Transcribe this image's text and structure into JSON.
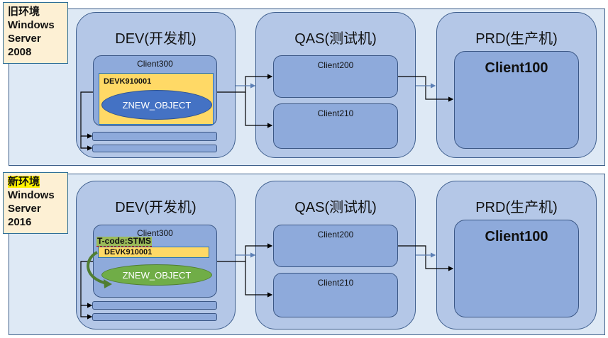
{
  "sections": [
    {
      "env_label": [
        "旧环境",
        "Windows",
        "Server",
        "2008"
      ],
      "highlight_first_line": false,
      "dev": {
        "title": "DEV(开发机)",
        "client": "Client300",
        "request": "DEVK910001",
        "object": "ZNEW_OBJECT",
        "object_color": "#4472c4"
      },
      "qas": {
        "title": "QAS(测试机)",
        "clients": [
          "Client200",
          "Client210"
        ]
      },
      "prd": {
        "title": "PRD(生产机)",
        "client": "Client100"
      }
    },
    {
      "env_label": [
        "新环境",
        "Windows",
        "Server",
        "2016"
      ],
      "highlight_first_line": true,
      "dev": {
        "title": "DEV(开发机)",
        "client": "Client300",
        "tcode": "T-code:STMS",
        "request": "DEVK910001",
        "object": "ZNEW_OBJECT",
        "object_color": "#70ad47"
      },
      "qas": {
        "title": "QAS(测试机)",
        "clients": [
          "Client200",
          "Client210"
        ]
      },
      "prd": {
        "title": "PRD(生产机)",
        "client": "Client100"
      }
    }
  ]
}
